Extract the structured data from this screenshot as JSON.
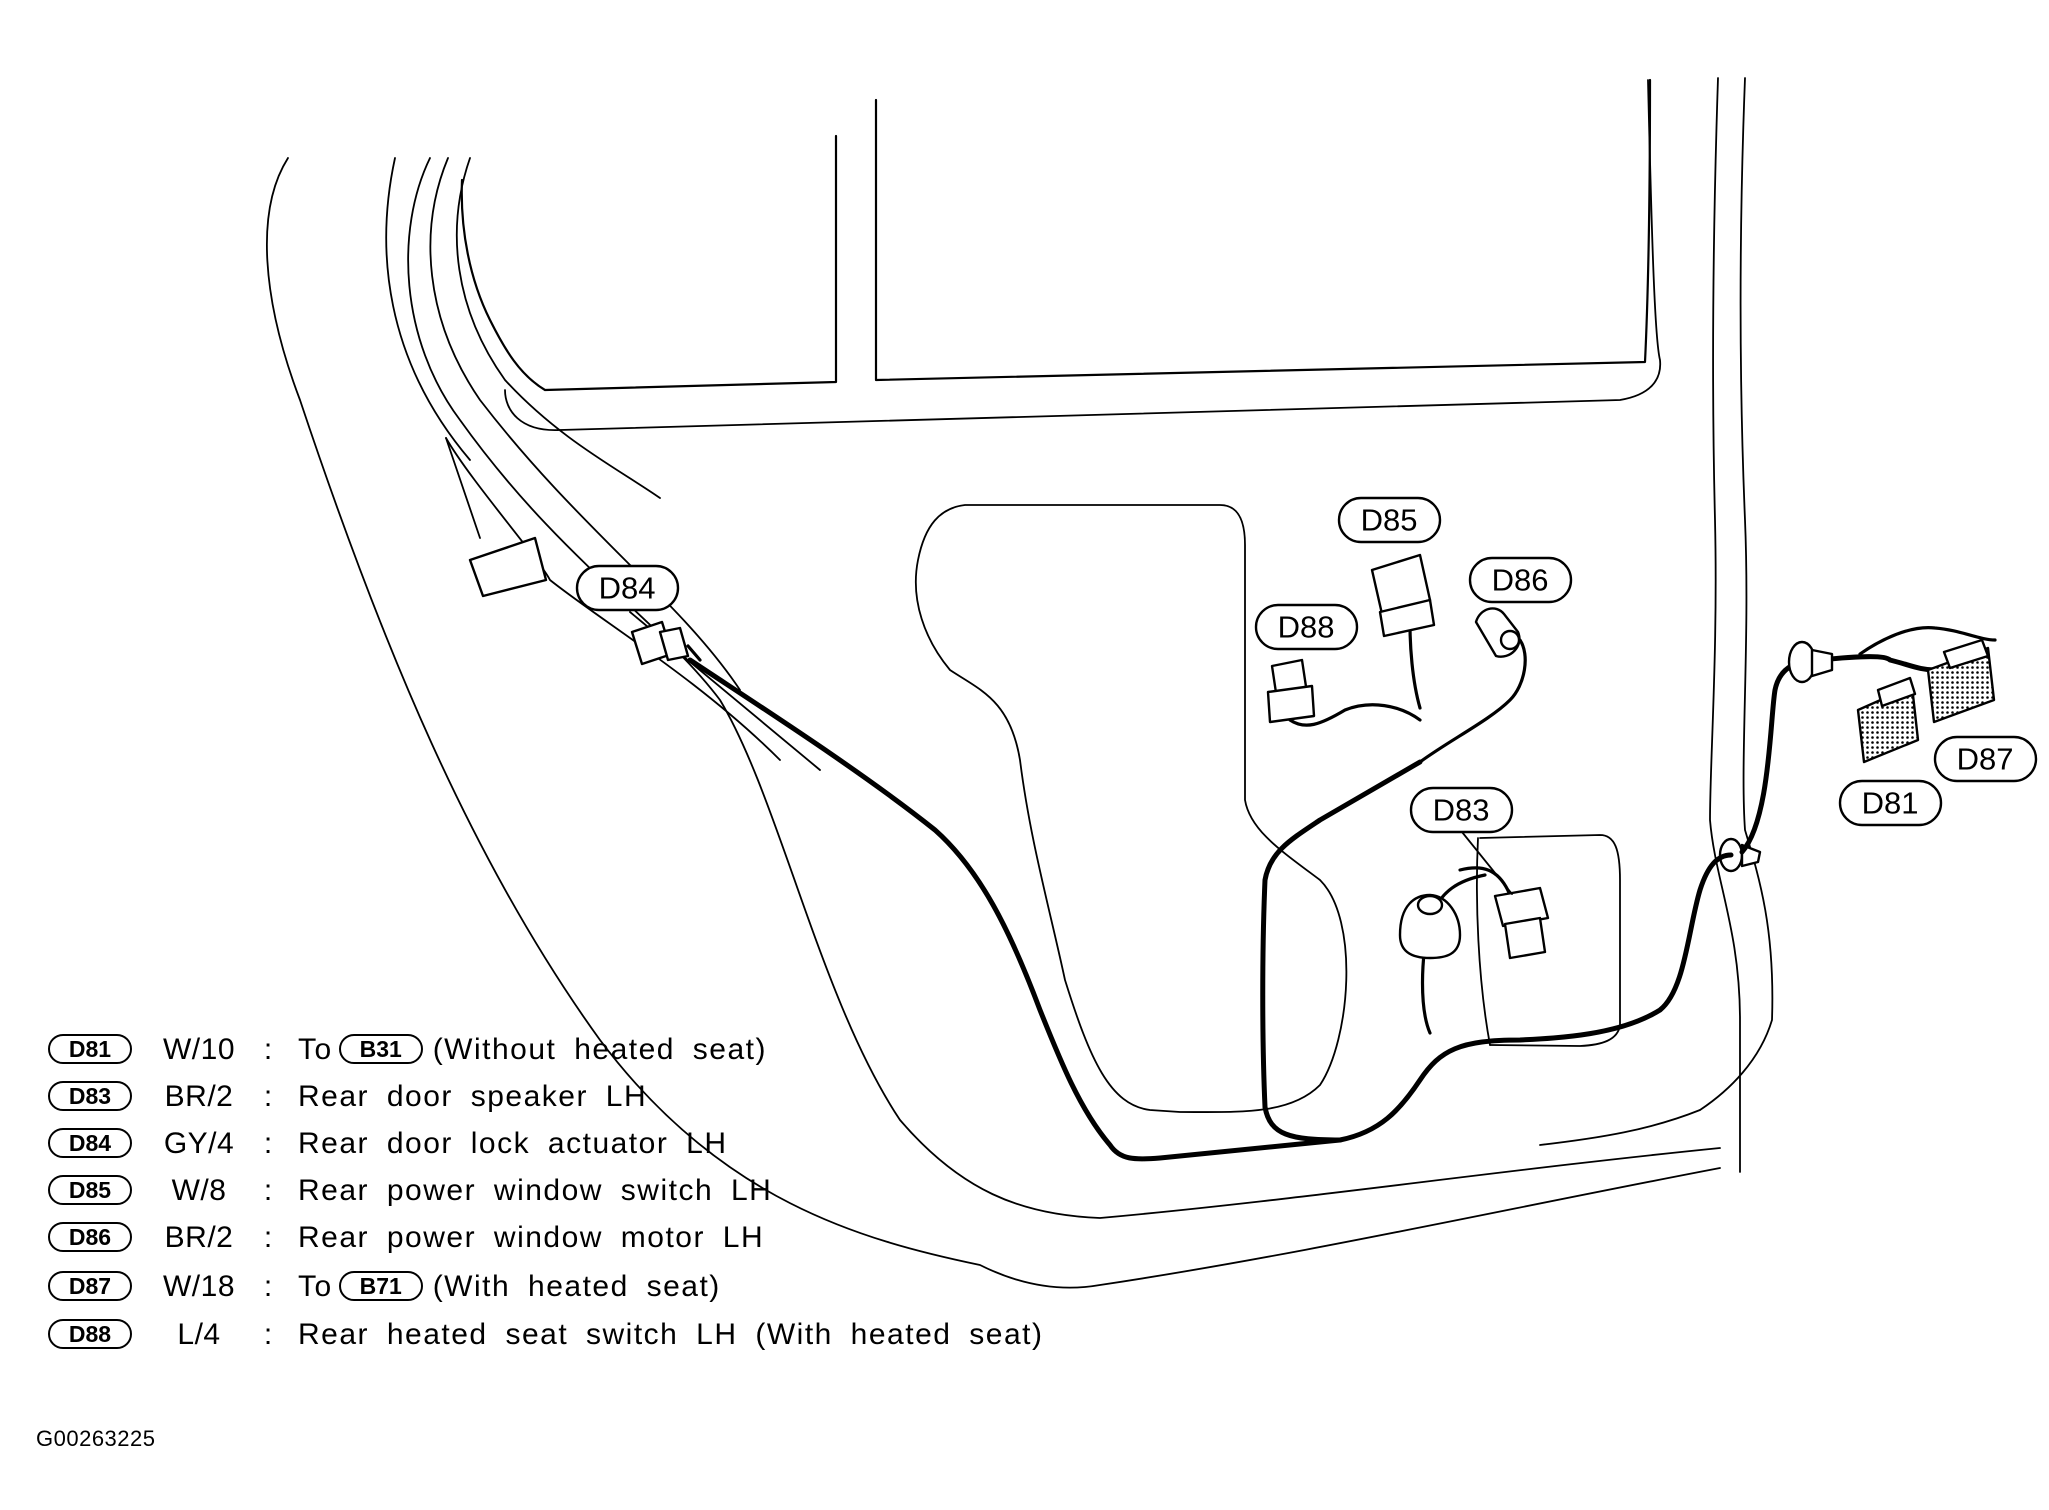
{
  "callouts": {
    "d84": "D84",
    "d85": "D85",
    "d86": "D86",
    "d88": "D88",
    "d83": "D83",
    "d87": "D87",
    "d81": "D81"
  },
  "legend": [
    {
      "connector": "D81",
      "wire": "W/10",
      "sep": ":",
      "pre": "To",
      "ref": "B31",
      "text": "(Without heated seat)"
    },
    {
      "connector": "D83",
      "wire": "BR/2",
      "sep": ":",
      "pre": "",
      "ref": "",
      "text": "Rear door speaker LH"
    },
    {
      "connector": "D84",
      "wire": "GY/4",
      "sep": ":",
      "pre": "",
      "ref": "",
      "text": "Rear door lock actuator LH"
    },
    {
      "connector": "D85",
      "wire": "W/8",
      "sep": ":",
      "pre": "",
      "ref": "",
      "text": "Rear power window switch LH"
    },
    {
      "connector": "D86",
      "wire": "BR/2",
      "sep": ":",
      "pre": "",
      "ref": "",
      "text": "Rear power window motor LH"
    },
    {
      "connector": "D87",
      "wire": "W/18",
      "sep": ":",
      "pre": "To",
      "ref": "B71",
      "text": "(With heated seat)"
    },
    {
      "connector": "D88",
      "wire": "L/4",
      "sep": ":",
      "pre": "",
      "ref": "",
      "text": "Rear heated seat switch LH (With heated seat)"
    }
  ],
  "figure_id": "G00263225"
}
